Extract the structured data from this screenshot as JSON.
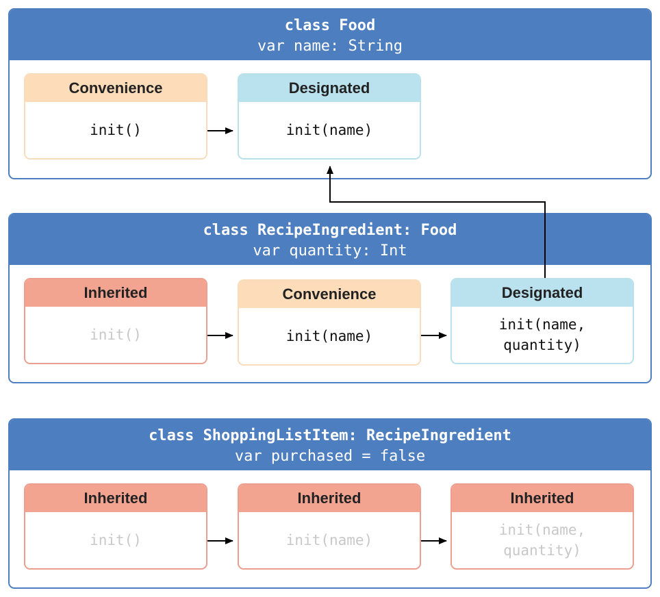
{
  "classes": [
    {
      "title": "class Food",
      "var": "var name: String",
      "boxes": [
        {
          "kind": "Convenience",
          "init": "init()"
        },
        {
          "kind": "Designated",
          "init": "init(name)"
        }
      ]
    },
    {
      "title": "class RecipeIngredient: Food",
      "var": "var quantity: Int",
      "boxes": [
        {
          "kind": "Inherited",
          "init": "init()"
        },
        {
          "kind": "Convenience",
          "init": "init(name)"
        },
        {
          "kind": "Designated",
          "init_line1": "init(name,",
          "init_line2": "quantity)"
        }
      ]
    },
    {
      "title": "class ShoppingListItem: RecipeIngredient",
      "var": "var purchased = false",
      "boxes": [
        {
          "kind": "Inherited",
          "init": "init()"
        },
        {
          "kind": "Inherited",
          "init": "init(name)"
        },
        {
          "kind": "Inherited",
          "init_line1": "init(name,",
          "init_line2": "quantity)"
        }
      ]
    }
  ],
  "colors": {
    "class_header": "#4d7ebf",
    "convenience": "#fcdcb9",
    "designated": "#b9e1ee",
    "inherited": "#f2a491",
    "faded_text": "#c8c8c8"
  }
}
